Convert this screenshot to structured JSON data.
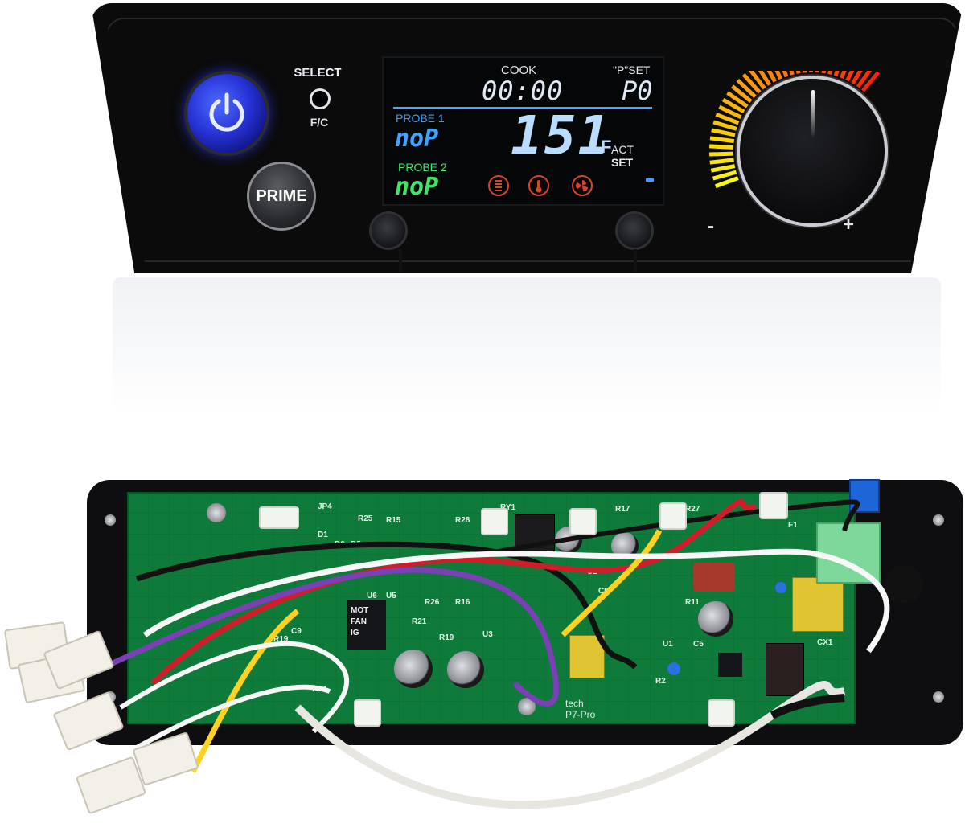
{
  "front_panel": {
    "power_icon": "power-icon",
    "select_label": "SELECT",
    "fc_label": "F/C",
    "prime_label": "PRIME",
    "display": {
      "cook_label": "COOK",
      "timer": "00:00",
      "pset_label": "\"P\"SET",
      "p_value": "P0",
      "probe1_label": "PROBE 1",
      "probe1_value": "noP",
      "probe2_label": "PROBE 2",
      "probe2_value": "noP",
      "temperature": "151",
      "unit": "F",
      "act_label": "ACT",
      "set_label": "SET",
      "status_icons": [
        "igniter-icon",
        "thermometer-icon",
        "fan-icon"
      ]
    },
    "dial_minus": "-",
    "dial_plus": "+"
  },
  "board": {
    "silkscreen": [
      "JP4",
      "RY1",
      "R17",
      "R27",
      "F1",
      "R25",
      "R15",
      "R28",
      "D1",
      "D6",
      "D5",
      "U6",
      "U5",
      "MOT",
      "FAN",
      "IG",
      "R19",
      "C9",
      "R24",
      "U3",
      "R16",
      "R26",
      "R21",
      "R19",
      "U2",
      "C9",
      "R11",
      "C5",
      "U1",
      "R2",
      "CX1"
    ],
    "model_lines": [
      "tech",
      "P7-Pro"
    ]
  },
  "colors": {
    "panel": "#0b0b0c",
    "power_button": "#2633d6",
    "pcb": "#0f7b3b",
    "lcd_blue": "#3e9dff",
    "lcd_green": "#42e36a"
  }
}
